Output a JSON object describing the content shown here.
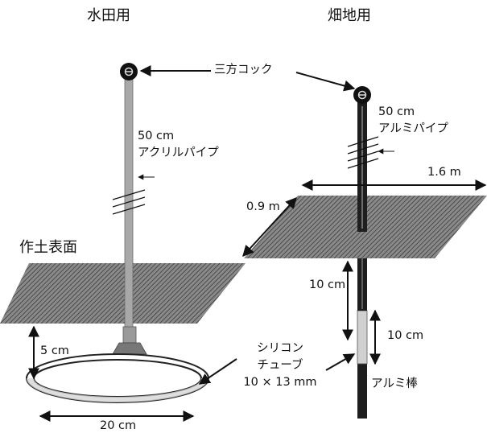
{
  "titles": {
    "paddy": "水田用",
    "upland": "畑地用"
  },
  "labels": {
    "stopcock": "三方コック",
    "acrylic_len": "50 cm",
    "acrylic_pipe": "アクリルパイプ",
    "alu_len": "50 cm",
    "alu_pipe": "アルミパイプ",
    "topsoil": "作土表面",
    "width_16": "1.6 m",
    "depth_09": "0.9 m",
    "depth_10a": "10 cm",
    "depth_10b": "10 cm",
    "height_5": "5 cm",
    "width_20": "20 cm",
    "silicone_line1": "シリコン",
    "silicone_line2": "チューブ",
    "silicone_size": "10 × 13 mm",
    "alu_rod": "アルミ棒"
  },
  "colors": {
    "ink": "#111111",
    "pipe_gray": "#a8a8a8",
    "pipe_dark": "#1e1e1e",
    "soil_hatch": "#5a5a5a",
    "tube_fill": "#cfcfcf"
  }
}
